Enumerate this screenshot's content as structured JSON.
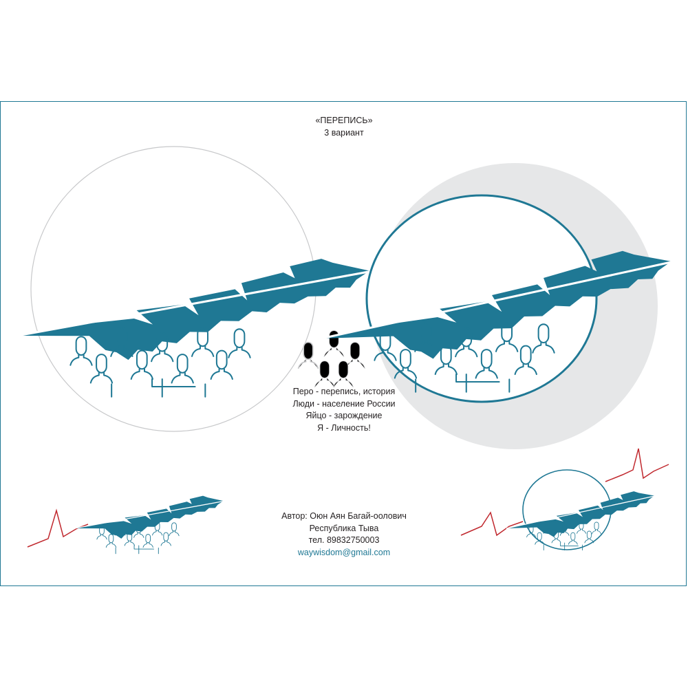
{
  "header": {
    "title": "«ПЕРЕПИСЬ»",
    "variant": "3 вариант"
  },
  "meaning": {
    "lines": [
      "Перо - перепись, история",
      "Люди - население России",
      "Яйцо - зарождение",
      "Я - Личность!"
    ]
  },
  "author": {
    "name": "Автор: Оюн Аян Багай-оолович",
    "region": "Республика Тыва",
    "phone": "тел. 89832750003",
    "email": "waywisdom@gmail.com"
  },
  "colors": {
    "brand_blue": "#1f7894",
    "accent_red": "#c0272d",
    "light_gray": "#e6e7e8",
    "outline_gray": "#c7c8ca"
  },
  "icons": [
    "feather-icon",
    "people-crowd-icon",
    "egg-ellipse-icon",
    "heartbeat-line-icon"
  ]
}
